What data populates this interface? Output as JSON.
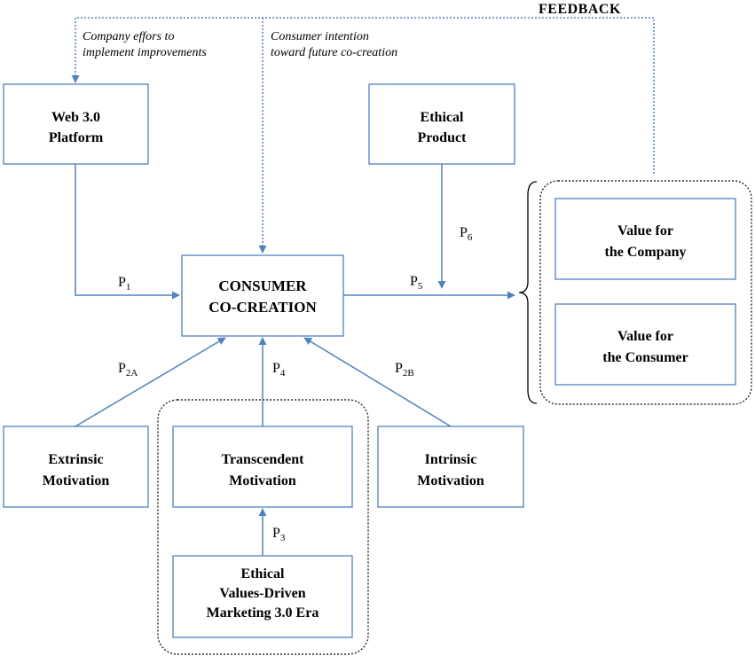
{
  "feedback_label": "FEEDBACK",
  "notes": {
    "company": [
      "Company effors to",
      "implement improvements"
    ],
    "consumer": [
      "Consumer intention",
      "toward future co-creation"
    ]
  },
  "boxes": {
    "web": [
      "Web 3.0",
      "Platform"
    ],
    "ethical_product": [
      "Ethical",
      "Product"
    ],
    "cocreation": [
      "CONSUMER",
      "CO-CREATION"
    ],
    "value_company": [
      "Value for",
      "the Company"
    ],
    "value_consumer": [
      "Value for",
      "the Consumer"
    ],
    "extrinsic": [
      "Extrinsic",
      "Motivation"
    ],
    "transcendent": [
      "Transcendent",
      "Motivation"
    ],
    "intrinsic": [
      "Intrinsic",
      "Motivation"
    ],
    "ethical_values": [
      "Ethical",
      "Values-Driven",
      "Marketing 3.0 Era"
    ]
  },
  "propositions": {
    "p1": {
      "letter": "P",
      "sub": "1"
    },
    "p2a": {
      "letter": "P",
      "sub": "2A"
    },
    "p2b": {
      "letter": "P",
      "sub": "2B"
    },
    "p3": {
      "letter": "P",
      "sub": "3"
    },
    "p4": {
      "letter": "P",
      "sub": "4"
    },
    "p5": {
      "letter": "P",
      "sub": "5"
    },
    "p6": {
      "letter": "P",
      "sub": "6"
    }
  },
  "colors": {
    "box_border": "#4f81bd",
    "arrow": "#4f81bd",
    "group_border": "#000000"
  }
}
